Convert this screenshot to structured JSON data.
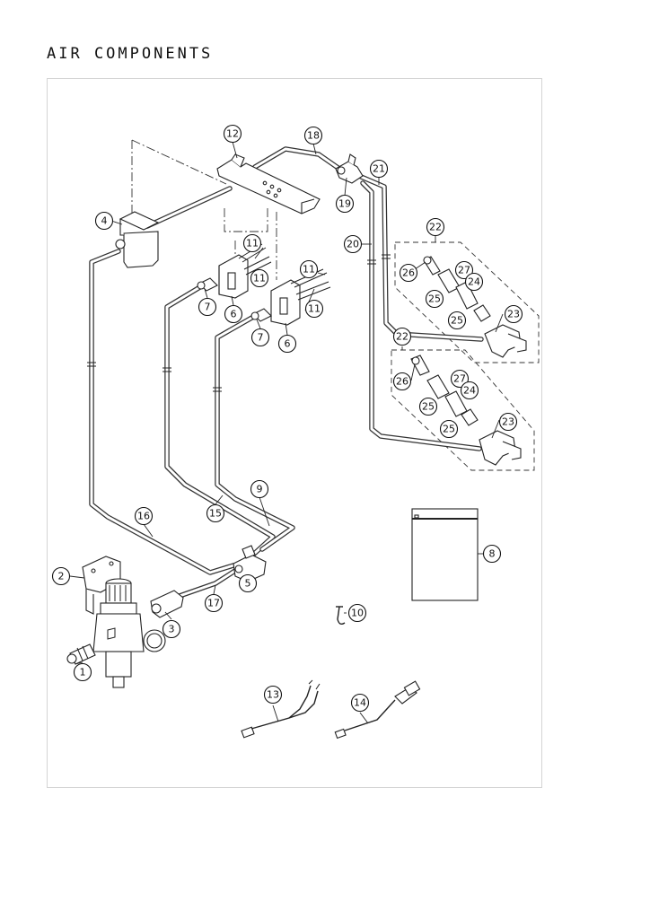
{
  "title": "AIR COMPONENTS",
  "callouts": {
    "c1": "1",
    "c2": "2",
    "c3": "3",
    "c4": "4",
    "c5": "5",
    "c6a": "6",
    "c6b": "6",
    "c7a": "7",
    "c7b": "7",
    "c8": "8",
    "c9": "9",
    "c10": "10",
    "c11a": "11",
    "c11b": "11",
    "c11c": "11",
    "c11d": "11",
    "c12": "12",
    "c13": "13",
    "c14": "14",
    "c15": "15",
    "c16": "16",
    "c17": "17",
    "c18": "18",
    "c19": "19",
    "c20": "20",
    "c21": "21",
    "c22a": "22",
    "c22b": "22",
    "c23a": "23",
    "c23b": "23",
    "c24a": "24",
    "c24b": "24",
    "c25a": "25",
    "c25b": "25",
    "c25c": "25",
    "c25d": "25",
    "c26a": "26",
    "c26b": "26",
    "c27a": "27",
    "c27b": "27"
  }
}
